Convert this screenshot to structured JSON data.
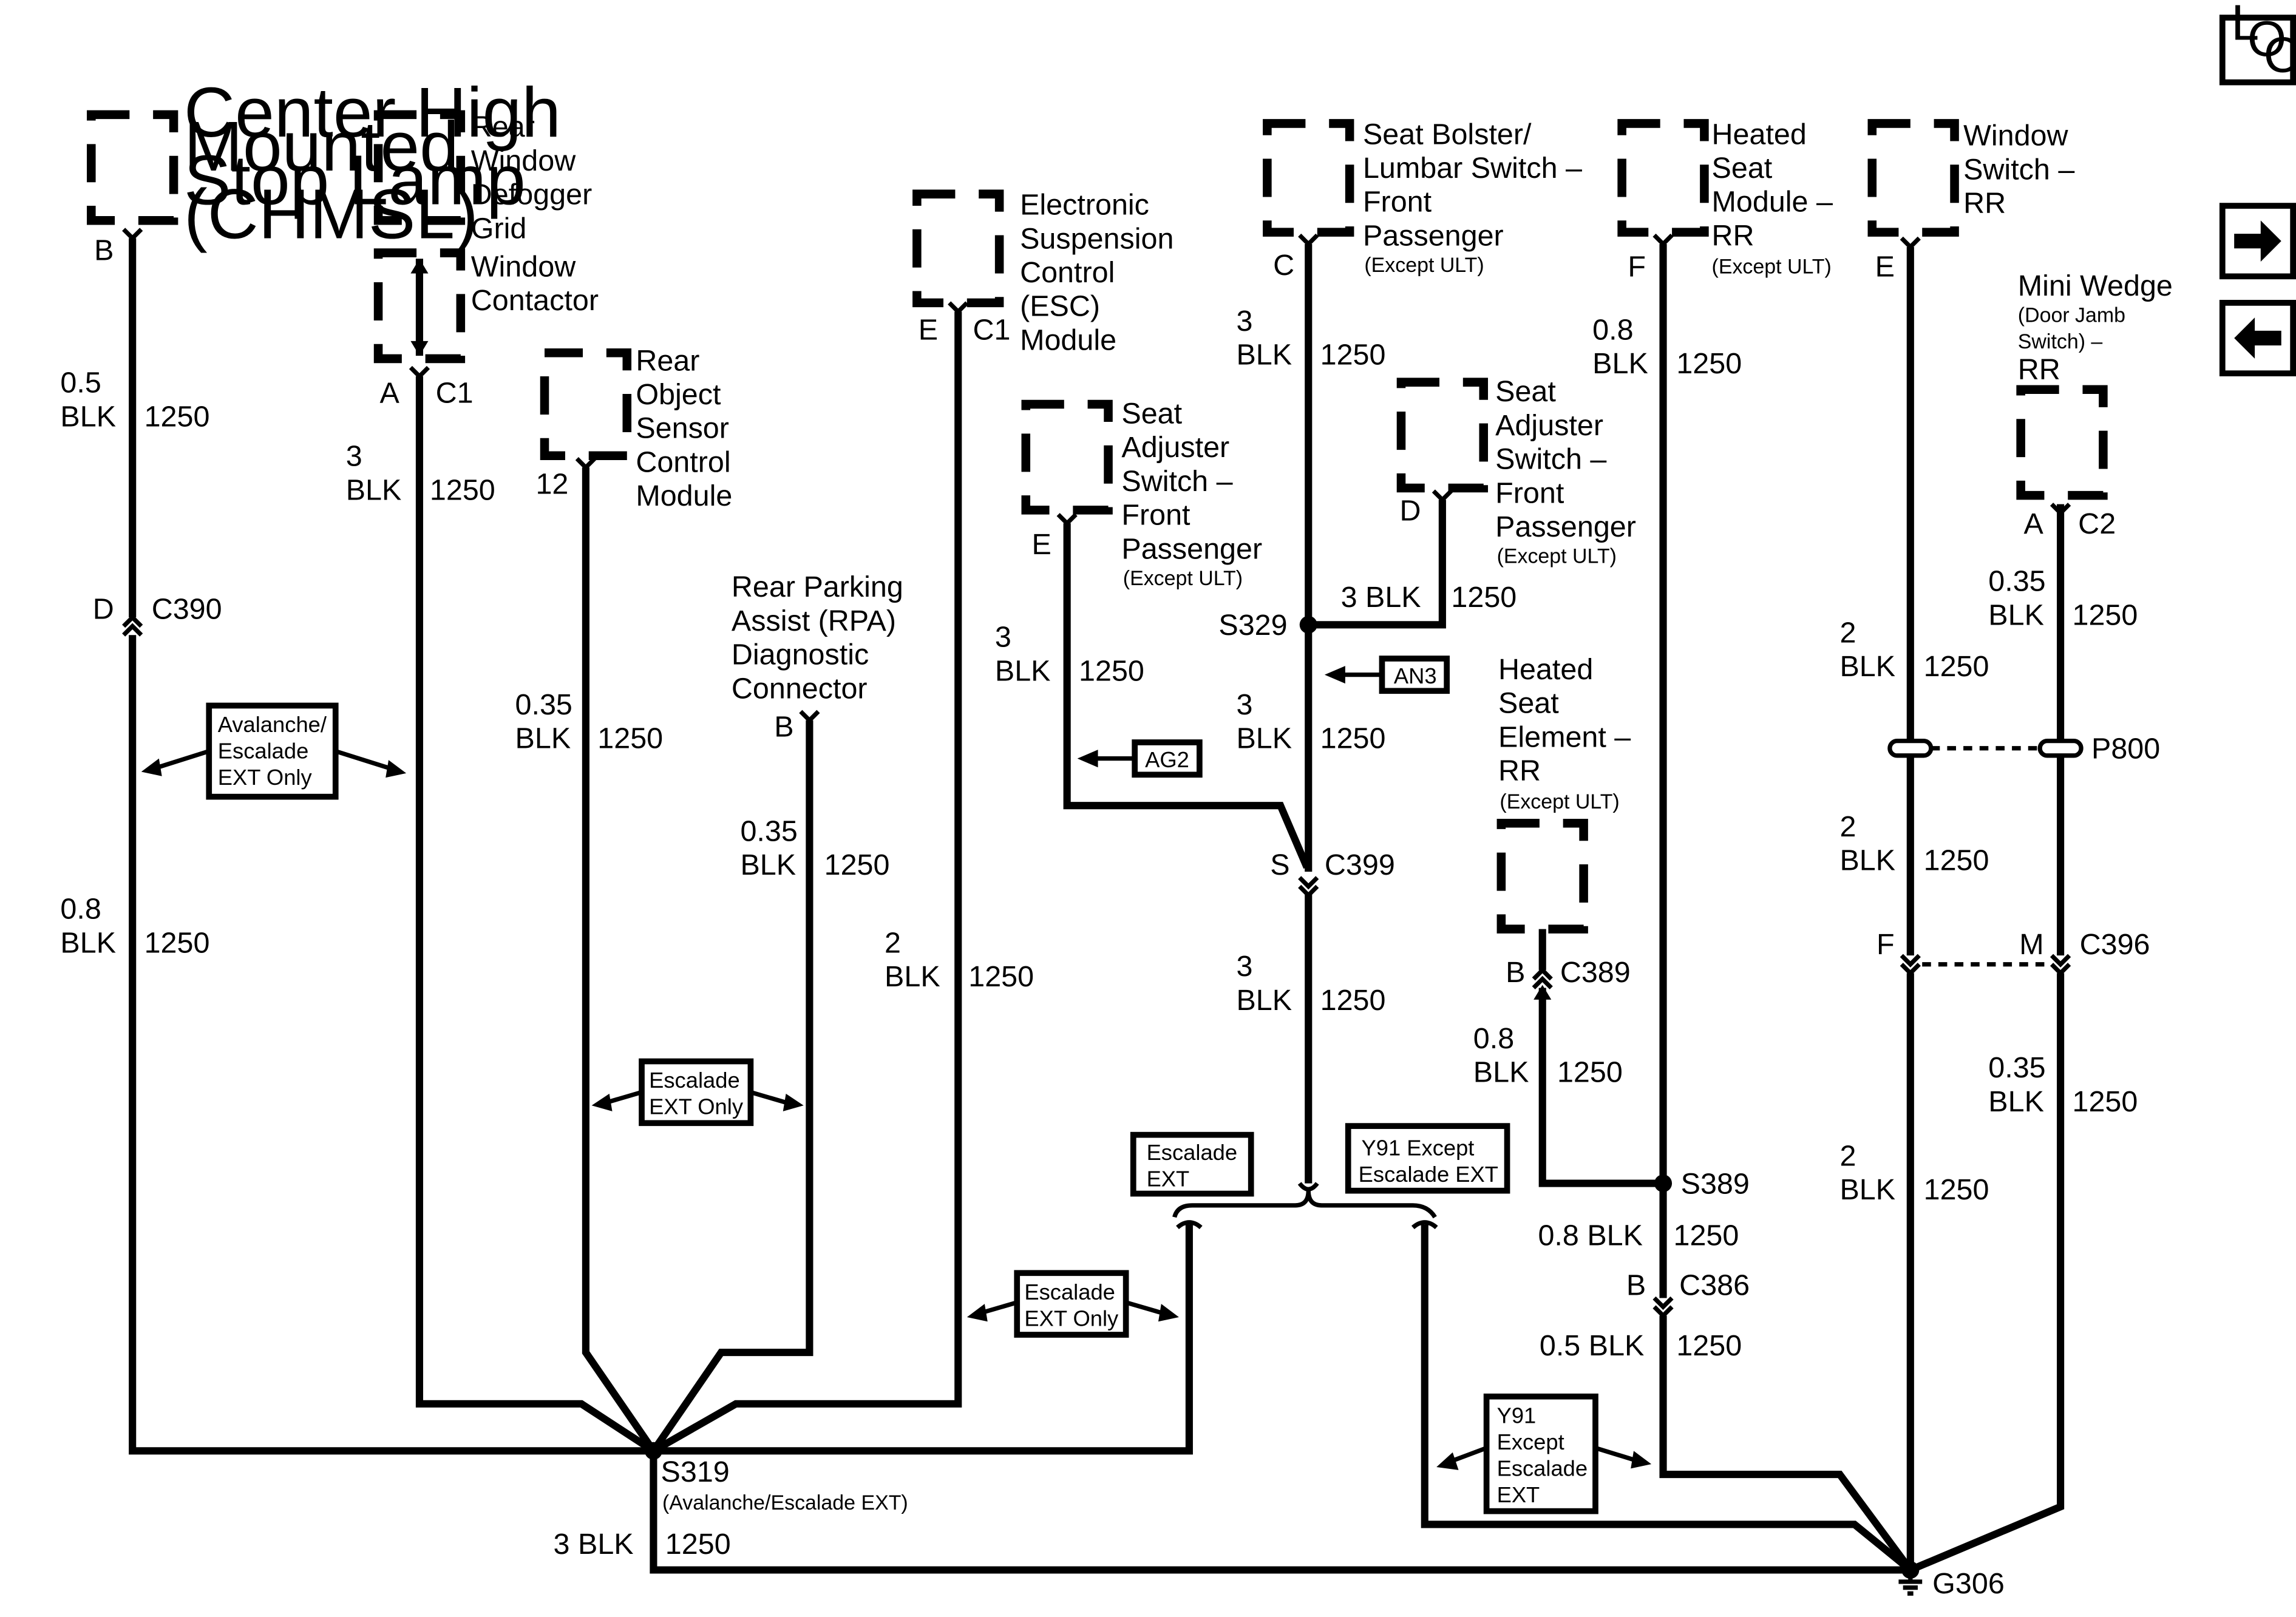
{
  "loc_label": [
    "L",
    "O",
    "C"
  ],
  "nav": {
    "forward": "→",
    "back": "←"
  },
  "components": {
    "chmsl": [
      "Center High",
      "Mounted",
      "Stop Lamp",
      "(CHMSL)"
    ],
    "defogger": [
      "Rear",
      "Window",
      "Defogger",
      "Grid"
    ],
    "window_contactor": [
      "Window",
      "Contactor"
    ],
    "ros": [
      "Rear",
      "Object",
      "Sensor",
      "Control",
      "Module"
    ],
    "rpa": [
      "Rear Parking",
      "Assist (RPA)",
      "Diagnostic",
      "Connector"
    ],
    "esc": [
      "Electronic",
      "Suspension",
      "Control",
      "(ESC)",
      "Module"
    ],
    "seat_adj_left": [
      "Seat",
      "Adjuster",
      "Switch –",
      "Front",
      "Passenger"
    ],
    "seat_adj_left_note": "(Except ULT)",
    "seat_bolster": [
      "Seat Bolster/",
      "Lumbar Switch –",
      "Front",
      "Passenger"
    ],
    "seat_bolster_note": "(Except ULT)",
    "seat_adj_right": [
      "Seat",
      "Adjuster",
      "Switch –",
      "Front",
      "Passenger"
    ],
    "seat_adj_right_note": "(Except ULT)",
    "heated_module": [
      "Heated",
      "Seat",
      "Module –",
      "RR"
    ],
    "heated_module_note": "(Except ULT)",
    "heated_element": [
      "Heated",
      "Seat",
      "Element –",
      "RR"
    ],
    "heated_element_note": "(Except ULT)",
    "window_switch": [
      "Window",
      "Switch –",
      "RR"
    ],
    "mini_wedge": "Mini Wedge",
    "mini_wedge_note": [
      "(Door Jamb",
      "Switch) –"
    ],
    "mini_wedge_rr": "RR"
  },
  "pins": {
    "chmsl": "B",
    "defogger_a": "A",
    "defogger_c": "C1",
    "ros": "12",
    "rpa": "B",
    "esc_e": "E",
    "esc_c": "C1",
    "seat_adj_left": "E",
    "bolster": "C",
    "seat_adj_right": "D",
    "heated_module": "F",
    "window_switch": "E",
    "mini_wedge_a": "A",
    "mini_wedge_c": "C2",
    "c390_pin": "D",
    "c399_pin": "S",
    "c389_pin": "B",
    "c386_pin": "B",
    "c396_f": "F",
    "c396_m": "M"
  },
  "connectors": {
    "c390": "C390",
    "c399": "C399",
    "c389": "C389",
    "c386": "C386",
    "c396": "C396",
    "p800": "P800"
  },
  "splices": {
    "s319": "S319",
    "s319_note": "(Avalanche/Escalade EXT)",
    "s329": "S329",
    "s389": "S389",
    "ground": "G306"
  },
  "wires": {
    "w_chmsl_top": [
      "0.5",
      "BLK",
      "1250"
    ],
    "w_chmsl_bot": [
      "0.8",
      "BLK",
      "1250"
    ],
    "w_defog": [
      "3",
      "BLK",
      "1250"
    ],
    "w_ros": [
      "0.35",
      "BLK",
      "1250"
    ],
    "w_rpa": [
      "0.35",
      "BLK",
      "1250"
    ],
    "w_esc": [
      "2",
      "BLK",
      "1250"
    ],
    "w_seat_left": [
      "3",
      "BLK",
      "1250"
    ],
    "w_bolster": [
      "3",
      "BLK",
      "1250"
    ],
    "w_seat_right": "3 BLK",
    "w_seat_right_circ": "1250",
    "w_s329_c399": [
      "3",
      "BLK",
      "1250"
    ],
    "w_c399_down": [
      "3",
      "BLK",
      "1250"
    ],
    "w_heated_mod": [
      "0.8",
      "BLK",
      "1250"
    ],
    "w_heated_el": [
      "0.8",
      "BLK",
      "1250"
    ],
    "w_s389_c386": "0.8 BLK",
    "w_s389_c386_circ": "1250",
    "w_c386_down": "0.5 BLK",
    "w_c386_down_circ": "1250",
    "w_win_top": [
      "2",
      "BLK",
      "1250"
    ],
    "w_win_mid": [
      "2",
      "BLK",
      "1250"
    ],
    "w_win_bot": [
      "2",
      "BLK",
      "1250"
    ],
    "w_wedge_top": [
      "0.35",
      "BLK",
      "1250"
    ],
    "w_wedge_bot": [
      "0.35",
      "BLK",
      "1250"
    ],
    "w_s319_g306": "3 BLK",
    "w_s319_g306_circ": "1250"
  },
  "notes": {
    "avalanche": [
      "Avalanche/",
      "Escalade",
      "EXT Only"
    ],
    "escalade_only_1": [
      "Escalade",
      "EXT Only"
    ],
    "escalade_only_2": [
      "Escalade",
      "EXT Only"
    ],
    "escalade_ext": [
      "Escalade",
      "EXT"
    ],
    "y91_except": [
      "Y91 Except",
      "Escalade EXT"
    ],
    "y91_except_2": [
      "Y91",
      "Except",
      "Escalade",
      "EXT"
    ],
    "an3": "AN3",
    "ag2": "AG2"
  }
}
